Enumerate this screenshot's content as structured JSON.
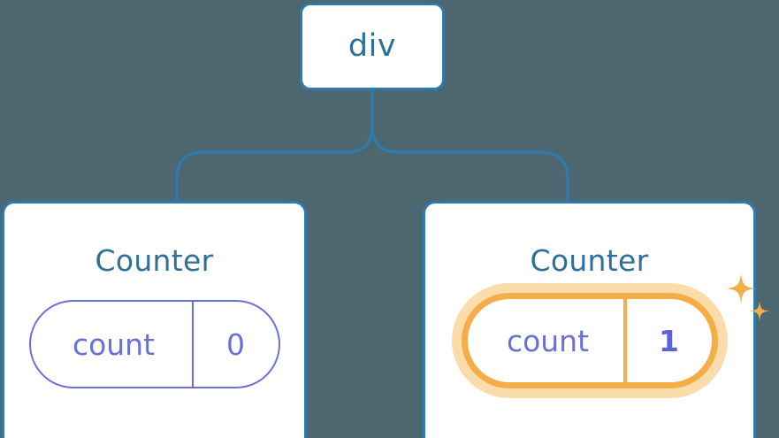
{
  "diagram": {
    "title": "React component tree with highlighted state update",
    "background_color": "#4c6770",
    "node_border_color": "#2e7bb0",
    "node_text_color": "#2e7099",
    "state_color": "#6b6fd8",
    "highlight_color": "#f5ae47",
    "highlight_glow_color": "#fbdcab",
    "value_highlight_color": "#5a63d8"
  },
  "root": {
    "label": "div"
  },
  "children": [
    {
      "title": "Counter",
      "state": {
        "key": "count",
        "value": "0"
      },
      "highlighted": false
    },
    {
      "title": "Counter",
      "state": {
        "key": "count",
        "value": "1"
      },
      "highlighted": true
    }
  ],
  "icons": {
    "sparkle_large": "sparkle-icon",
    "sparkle_small": "sparkle-small-icon"
  }
}
